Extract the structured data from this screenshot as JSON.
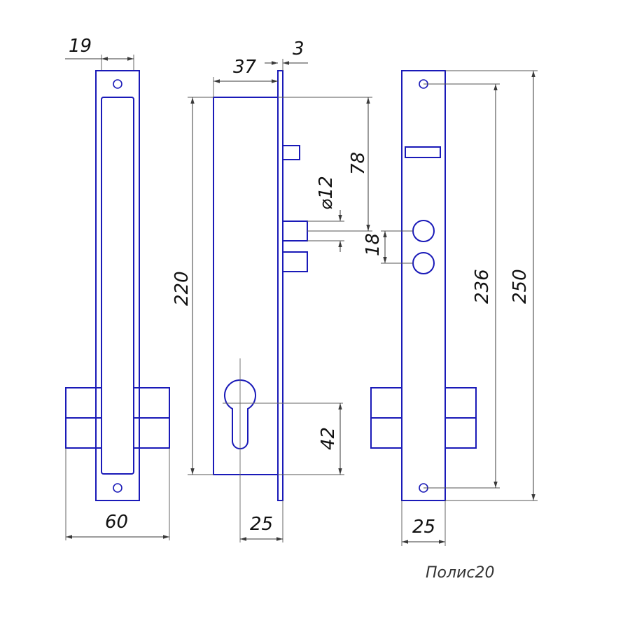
{
  "dimensions": {
    "faceplate_width": "19",
    "plate_thickness": "3",
    "body_depth": "37",
    "bolt_spacing": "78",
    "bolt_diameter": "⌀12",
    "hole_spacing": "18",
    "body_height": "220",
    "cylinder_offset": "42",
    "bolt_throw_span": "60",
    "backset_side": "25",
    "backset_front": "25",
    "screw_hole_spacing": "236",
    "plate_length": "250"
  },
  "caption": "Полис20",
  "colors": {
    "part_outline": "#1a1ab8",
    "dimension_line": "#3a3a3a"
  }
}
